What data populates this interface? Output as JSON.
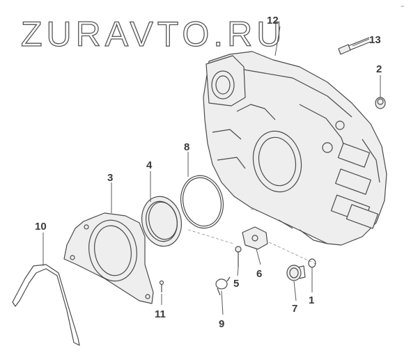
{
  "watermark": "ZURAVTO.RU",
  "corner_mark": "~",
  "callouts": {
    "c1": "1",
    "c2": "2",
    "c3": "3",
    "c4": "4",
    "c5": "5",
    "c7": "7",
    "c6": "6",
    "c8": "8",
    "c9": "9",
    "c10": "10",
    "c11": "11",
    "c12": "12",
    "c13": "13"
  }
}
